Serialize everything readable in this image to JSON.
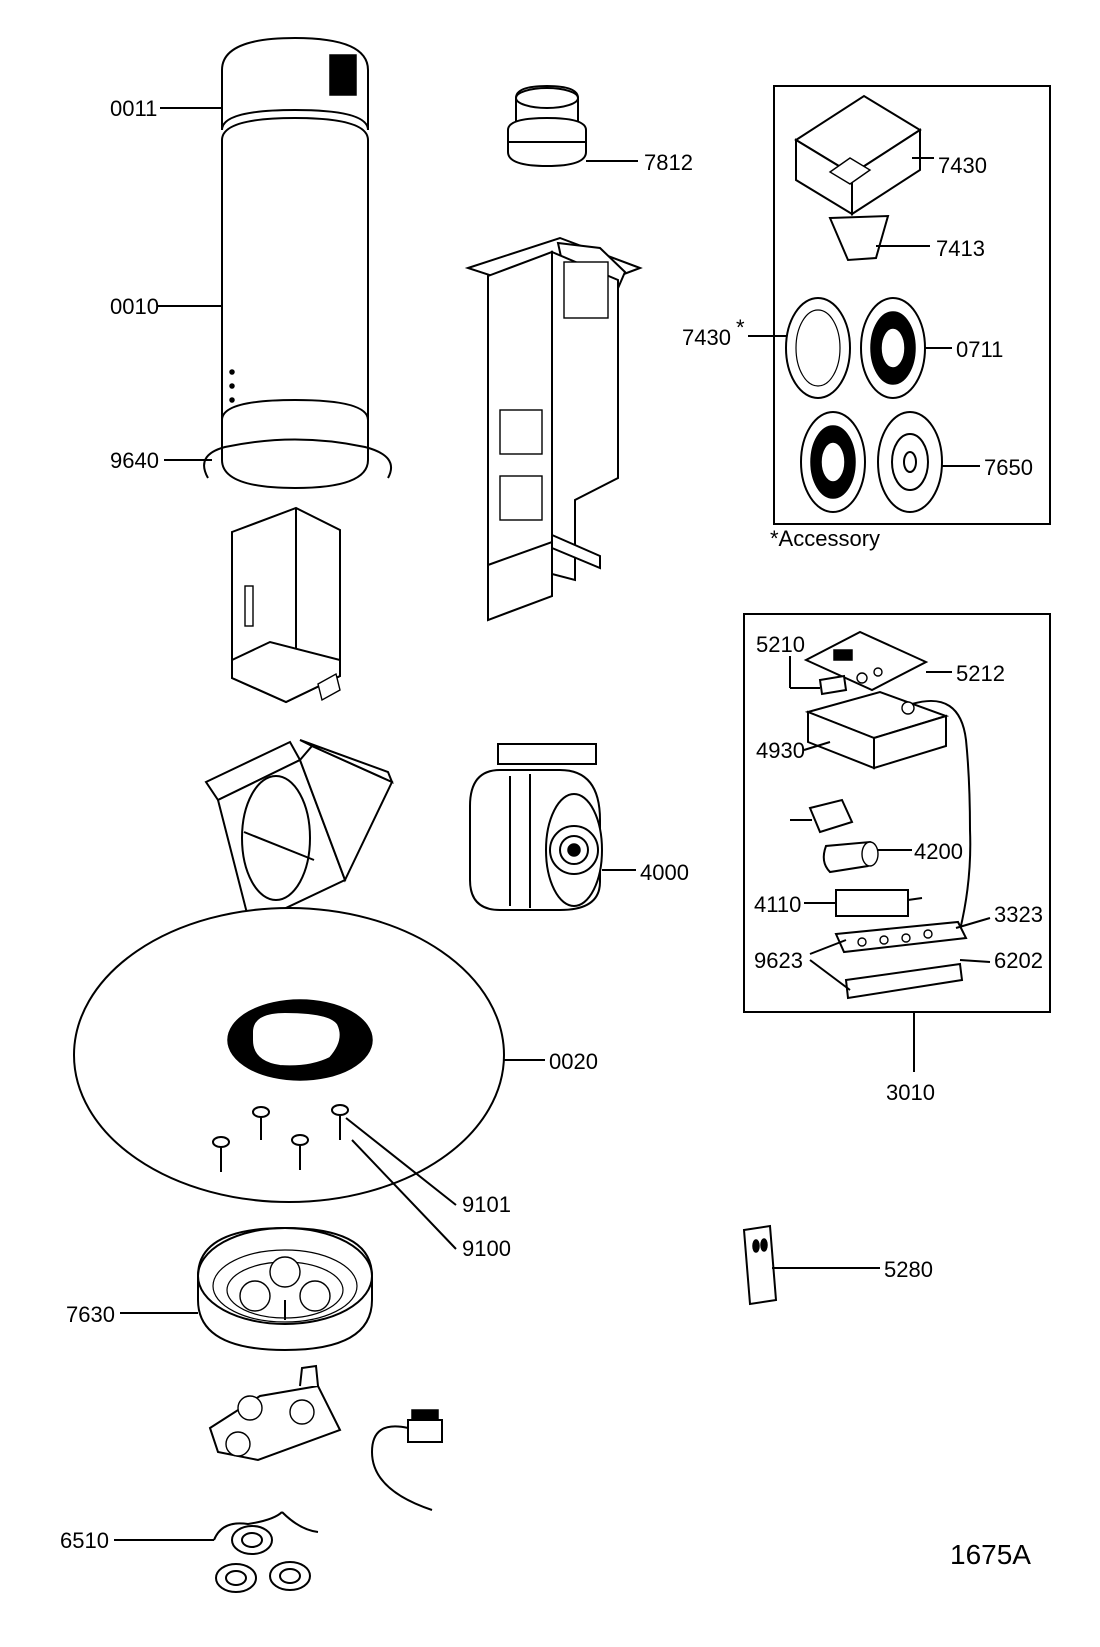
{
  "labels": {
    "p0011": "0011",
    "p0010": "0010",
    "p9640": "9640",
    "p7812": "7812",
    "p7430a": "7430",
    "p7413": "7413",
    "p7430b": "7430",
    "p0711": "0711",
    "p7650": "7650",
    "accessory_note": "*Accessory",
    "accessory_star": "*",
    "p5210": "5210",
    "p5212": "5212",
    "p4930": "4930",
    "p4200": "4200",
    "p4110": "4110",
    "p3323": "3323",
    "p9623": "9623",
    "p6202": "6202",
    "p3010": "3010",
    "p4000": "4000",
    "p0020": "0020",
    "p9101": "9101",
    "p9100": "9100",
    "p7630": "7630",
    "p5280": "5280",
    "p6510": "6510",
    "diagram_id": "1675A"
  }
}
